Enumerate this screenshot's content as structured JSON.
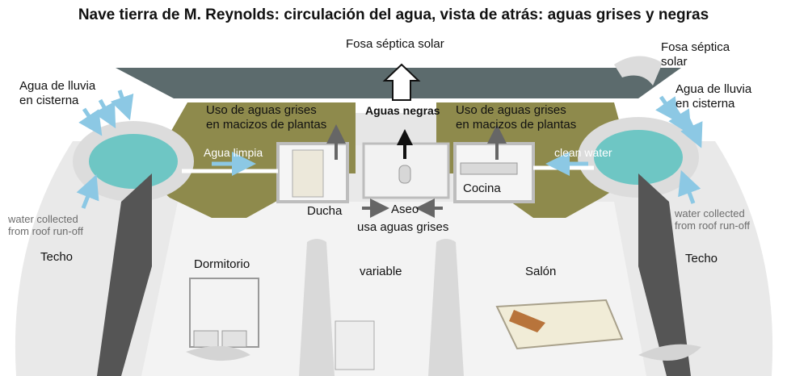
{
  "title": "Nave tierra de M. Reynolds: circulación del agua, vista de atrás: aguas grises y negras",
  "labels": {
    "fosa_center": "Fosa séptica solar",
    "fosa_right": "Fosa séptica\nsolar",
    "lluvia_left": "Agua de lluvia\nen cisterna",
    "lluvia_right": "Agua de lluvia\nen cisterna",
    "grises_left": "Uso de aguas grises\nen macizos de plantas",
    "grises_right": "Uso de aguas grises\nen macizos de plantas",
    "aguas_negras": "Aguas negras",
    "agua_limpia": "Agua limpia",
    "clean_water": "clean water",
    "collected_left": "water collected\nfrom roof run-off",
    "collected_right": "water collected\nfrom roof run-off",
    "ducha": "Ducha",
    "aseo": "Aseo",
    "usa_grises": "usa aguas grises",
    "cocina": "Cocina",
    "techo_left": "Techo",
    "techo_right": "Techo",
    "dormitorio": "Dormitorio",
    "variable": "variable",
    "salon": "Salón"
  },
  "colors": {
    "roof_panel": "#5c6b6d",
    "planter": "#8e8a4c",
    "water": "#6ec6c4",
    "arrow_blue": "#8cc8e4",
    "arrow_grey": "#666666",
    "wall": "#bdbdbd"
  }
}
